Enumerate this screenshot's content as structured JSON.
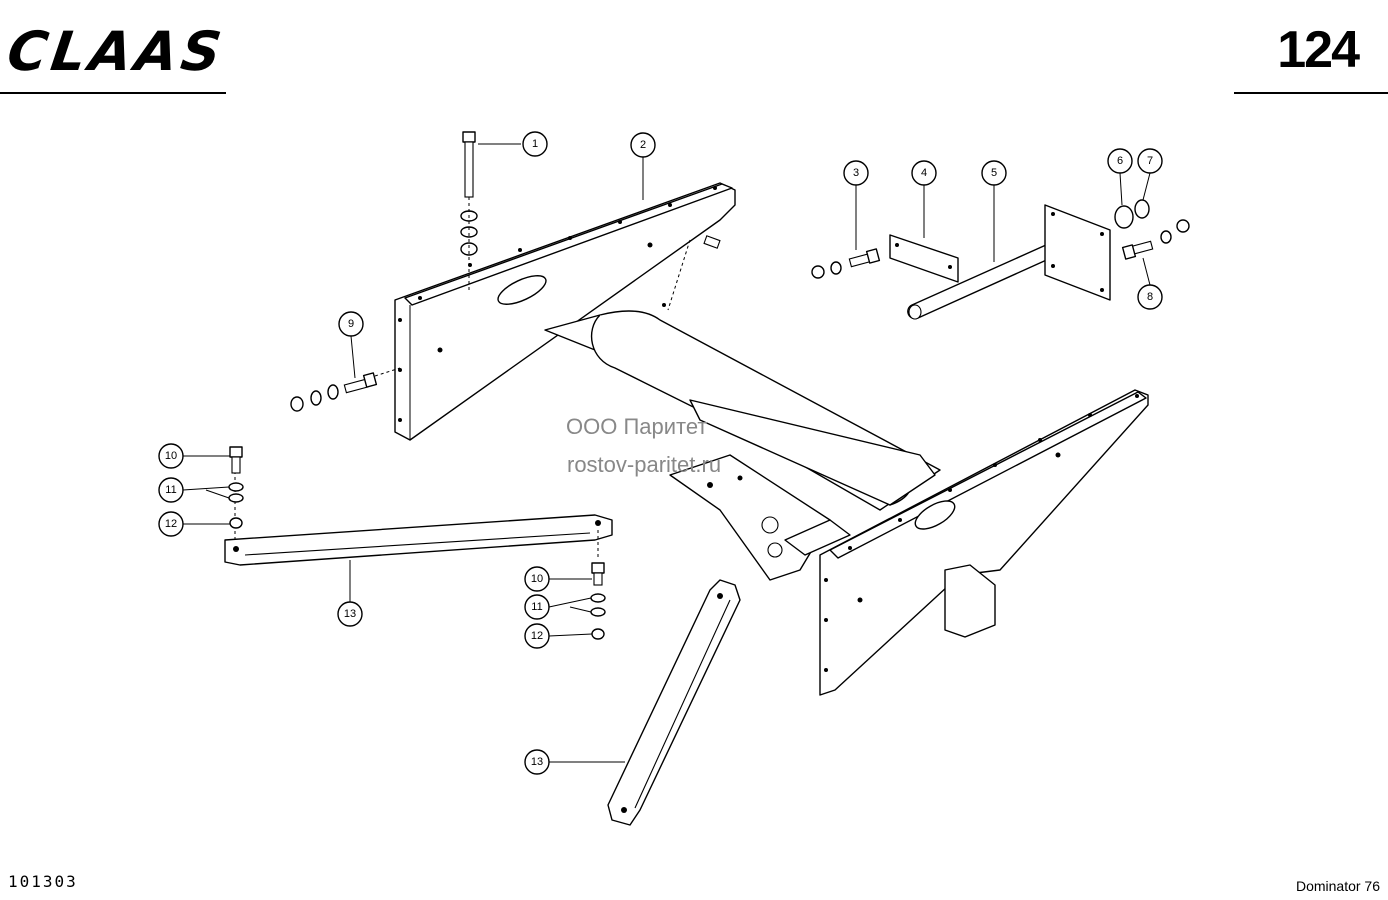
{
  "header": {
    "brand": "CLAAS",
    "page_number": "124"
  },
  "footer": {
    "drawing_number": "101303",
    "model": "Dominator 76"
  },
  "watermark": {
    "line1": "ООО Паритет",
    "line2": "rostov-paritet.ru"
  },
  "callouts": [
    {
      "id": "c1",
      "label": "1"
    },
    {
      "id": "c2",
      "label": "2"
    },
    {
      "id": "c3",
      "label": "3"
    },
    {
      "id": "c4",
      "label": "4"
    },
    {
      "id": "c5",
      "label": "5"
    },
    {
      "id": "c6",
      "label": "6"
    },
    {
      "id": "c7",
      "label": "7"
    },
    {
      "id": "c8",
      "label": "8"
    },
    {
      "id": "c9",
      "label": "9"
    },
    {
      "id": "c10a",
      "label": "10"
    },
    {
      "id": "c11a",
      "label": "11"
    },
    {
      "id": "c12a",
      "label": "12"
    },
    {
      "id": "c13a",
      "label": "13"
    },
    {
      "id": "c10b",
      "label": "10"
    },
    {
      "id": "c11b",
      "label": "11"
    },
    {
      "id": "c12b",
      "label": "12"
    },
    {
      "id": "c13b",
      "label": "13"
    }
  ]
}
